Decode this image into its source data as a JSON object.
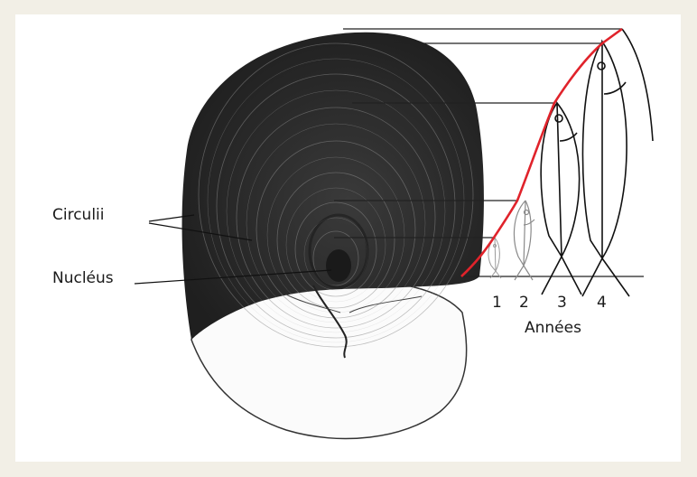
{
  "labels": {
    "circulii": "Circulii",
    "nucleus": "Nucléus",
    "years_title": "Années"
  },
  "years": [
    "1",
    "2",
    "3",
    "4"
  ],
  "colors": {
    "background": "#f2efe6",
    "panel": "#ffffff",
    "growth_curve": "#e0232b",
    "scale_dark": "#2b2b2b",
    "fish_outline": "#111111",
    "fish_outline_light": "#9a9a9a"
  }
}
